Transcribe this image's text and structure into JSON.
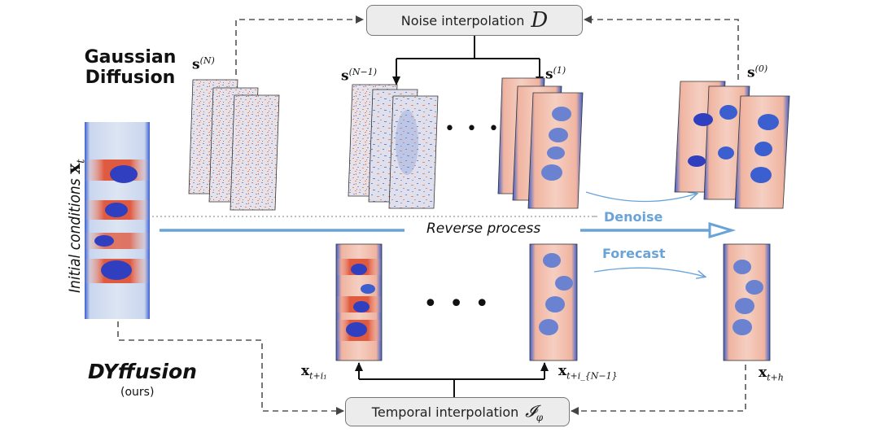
{
  "headers": {
    "gaussian_line1": "Gaussian",
    "gaussian_line2": "Diffusion",
    "dyffusion": "DYffusion",
    "ours": "(ours)",
    "initial_conditions": "Initial conditions",
    "x_t": "x"
  },
  "boxes": {
    "noise_label": "Noise interpolation",
    "noise_symbol": "D",
    "temporal_label": "Temporal interpolation",
    "temporal_symbol": "𝓘"
  },
  "labels": {
    "s_N": "s",
    "s_N_sup": "(N)",
    "s_N1": "s",
    "s_N1_sup": "(N−1)",
    "s_1": "s",
    "s_1_sup": "(1)",
    "s_0": "s",
    "s_0_sup": "(0)",
    "x_i1": "x",
    "x_i1_sub": "t+i₁",
    "x_iN1": "x",
    "x_iN1_sub": "t+i_{N−1}",
    "x_h": "x",
    "x_h_sub": "t+h"
  },
  "process": {
    "denoise": "Denoise",
    "reverse": "Reverse process",
    "forecast": "Forecast"
  },
  "colors": {
    "arrow_blue": "#6aa3d8",
    "field_red": "#e4654a",
    "field_blue": "#3a50c8",
    "field_bg": "#f2c4b4"
  }
}
